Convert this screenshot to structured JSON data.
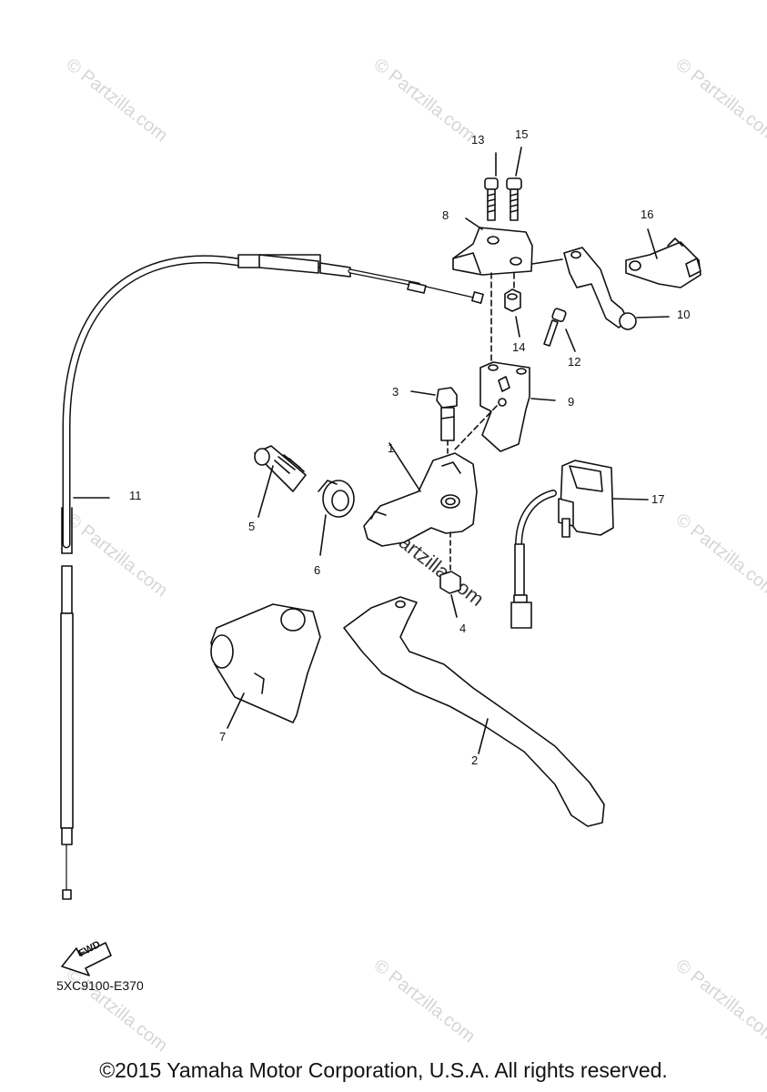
{
  "watermark": "© Partzilla.com",
  "callouts": {
    "p1": "1",
    "p2": "2",
    "p3": "3",
    "p4": "4",
    "p5": "5",
    "p6": "6",
    "p7": "7",
    "p8": "8",
    "p9": "9",
    "p10": "10",
    "p11": "11",
    "p12": "12",
    "p13": "13",
    "p14": "14",
    "p15": "15",
    "p16": "16",
    "p17": "17"
  },
  "fwd_label": "FWD",
  "diagram_code": "5XC9100-E370",
  "copyright": "©2015 Yamaha Motor Corporation, U.S.A. All rights reserved."
}
